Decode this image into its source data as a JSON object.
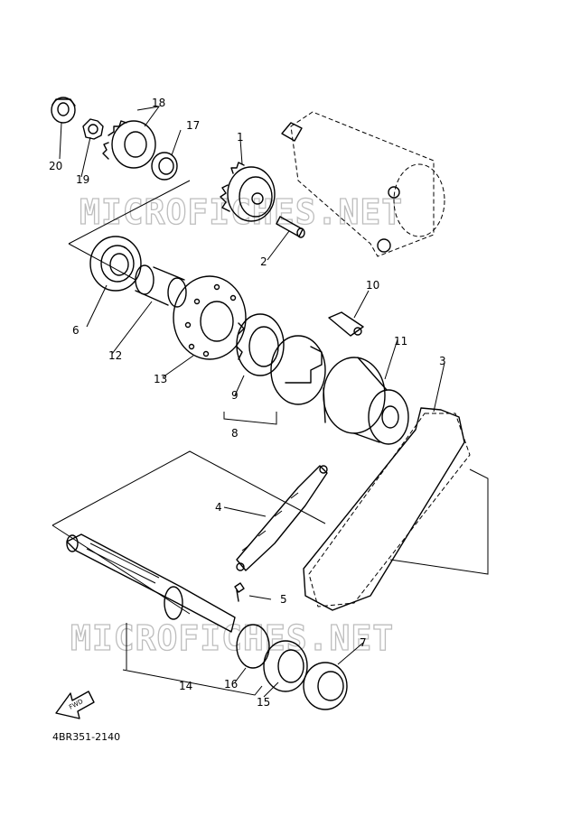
{
  "diagram": {
    "part_code": "4BR351-2140",
    "watermark": "MICROFICHES.NET",
    "fwd_label": "FWD",
    "callouts": [
      "1",
      "2",
      "3",
      "4",
      "5",
      "6",
      "7",
      "8",
      "9",
      "10",
      "11",
      "12",
      "13",
      "14",
      "15",
      "16",
      "17",
      "18",
      "19",
      "20"
    ]
  }
}
